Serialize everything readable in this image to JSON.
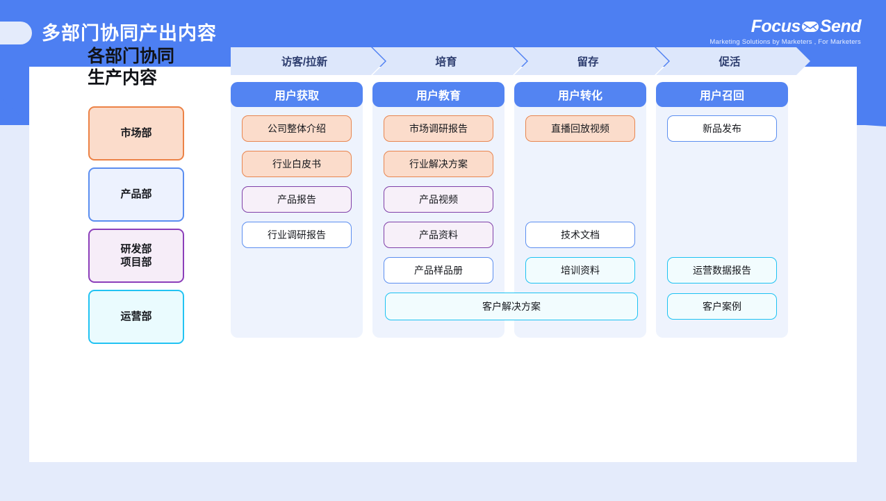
{
  "header": {
    "title": "多部门协同产出内容",
    "pill_icon": "rounded-pill-shape",
    "bg_color": "#4d7ff2"
  },
  "logo": {
    "text_left": "Focus",
    "text_right": "Send",
    "mail_icon": "envelope-icon",
    "tagline": "Marketing Solutions by Marketers , For Marketers"
  },
  "left_panel": {
    "heading": "各部门协同\n生产内容",
    "departments": [
      {
        "label": "市场部",
        "color": "orange",
        "border": "#ec8246",
        "fill": "#fbdccb"
      },
      {
        "label": "产品部",
        "color": "blue",
        "border": "#5b8ef0",
        "fill": "#edf2fe"
      },
      {
        "label": "研发部\n项目部",
        "color": "purple",
        "border": "#8c3fba",
        "fill": "#f6edf8"
      },
      {
        "label": "运营部",
        "color": "cyan",
        "border": "#22c3f3",
        "fill": "#eafbfe"
      }
    ]
  },
  "funnel": {
    "stages": [
      "访客/拉新",
      "培育",
      "留存",
      "促活"
    ],
    "columns": [
      {
        "head": "用户获取",
        "items": [
          {
            "label": "公司整体介绍",
            "color": "orange",
            "row": 0
          },
          {
            "label": "行业白皮书",
            "color": "orange",
            "row": 1
          },
          {
            "label": "产品报告",
            "color": "purple",
            "row": 2
          },
          {
            "label": "行业调研报告",
            "color": "blue",
            "row": 3
          }
        ]
      },
      {
        "head": "用户教育",
        "items": [
          {
            "label": "市场调研报告",
            "color": "orange",
            "row": 0
          },
          {
            "label": "行业解决方案",
            "color": "orange",
            "row": 1
          },
          {
            "label": "产品视频",
            "color": "purple",
            "row": 2
          },
          {
            "label": "产品资料",
            "color": "purple",
            "row": 3
          },
          {
            "label": "产品样品册",
            "color": "blue",
            "row": 4
          }
        ]
      },
      {
        "head": "用户转化",
        "items": [
          {
            "label": "直播回放视频",
            "color": "orange",
            "row": 0
          },
          {
            "label": "技术文档",
            "color": "blue",
            "row": 3
          },
          {
            "label": "培训资料",
            "color": "cyan",
            "row": 4
          }
        ]
      },
      {
        "head": "用户召回",
        "items": [
          {
            "label": "新品发布",
            "color": "blue",
            "row": 0
          },
          {
            "label": "运营数据报告",
            "color": "cyan",
            "row": 4
          },
          {
            "label": "客户案例",
            "color": "cyan",
            "row": 5
          }
        ]
      }
    ],
    "span_item": {
      "label": "客户解决方案",
      "color": "cyan",
      "row": 5,
      "spans": [
        1,
        2
      ]
    }
  }
}
